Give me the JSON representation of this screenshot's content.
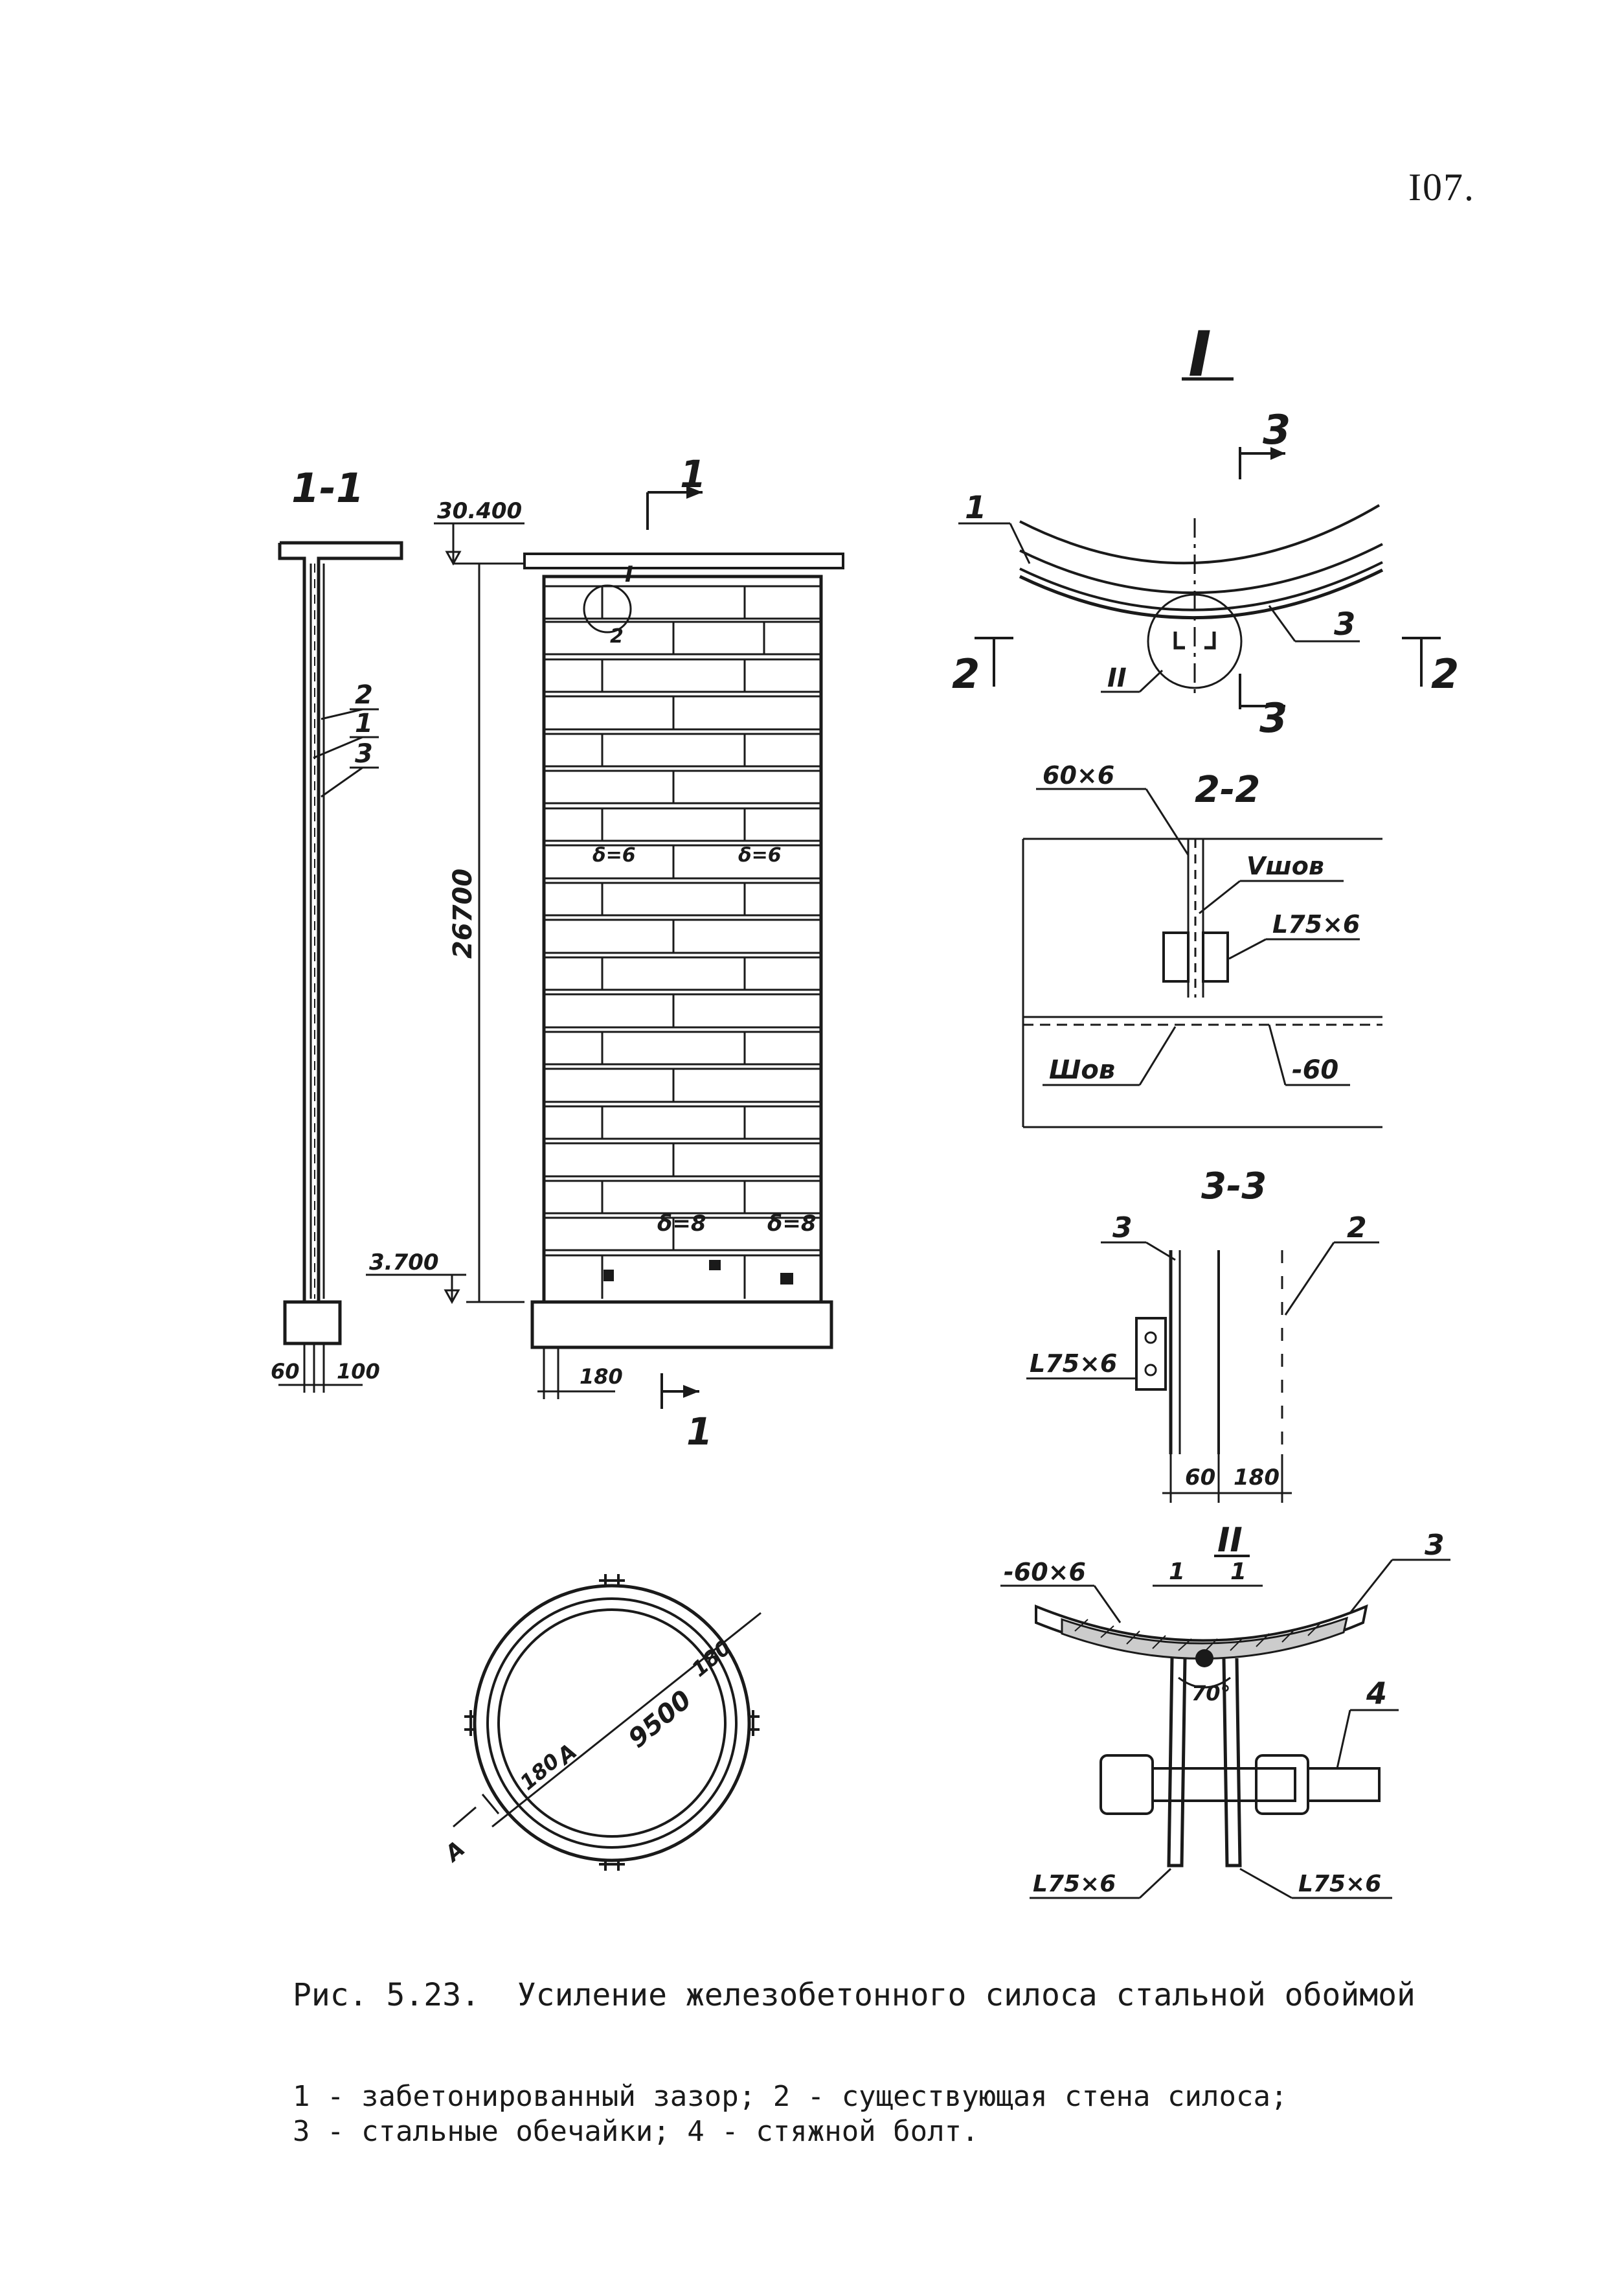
{
  "page_number": "I07.",
  "caption": {
    "title": "Рис. 5.23.  Усиление железобетонного силоса стальной обоймой",
    "legend": [
      "1 - забетонированный зазор; 2 - существующая стена силоса;",
      "3 - стальные обечайки; 4 - стяжной болт."
    ]
  },
  "section_1_1": {
    "title": "1-1",
    "top_elevation": "30.400",
    "bottom_elevation": "3.700",
    "callouts": [
      "2",
      "1",
      "3"
    ],
    "dim_left": "60",
    "dim_right": "100"
  },
  "facade": {
    "cut_mark": "1",
    "height_dim": "26700",
    "node_label": "I",
    "node_sub": "2",
    "plate_top_left": "δ=6",
    "plate_top_right": "δ=6",
    "plate_bottom_left": "δ=8",
    "plate_bottom_right": "δ=8",
    "base_dim": "180"
  },
  "plan": {
    "diameter": "9500",
    "thickness_1": "180",
    "thickness_2": "180",
    "cut_mark": "А"
  },
  "node_I": {
    "title": "I",
    "cut_3": "3",
    "cut_2": "2",
    "callout_1": "1",
    "callout_3": "3",
    "detail_II": "II"
  },
  "section_2_2": {
    "title": "2-2",
    "strip": "60×6",
    "weld_v": "Vшов",
    "angle": "L75×6",
    "weld": "Шов",
    "plate": "-60"
  },
  "section_3_3": {
    "title": "3-3",
    "label_3": "3",
    "label_2": "2",
    "angle": "L75×6",
    "dim_60": "60",
    "dim_180": "180"
  },
  "detail_II": {
    "title": "II",
    "plate": "-60×6",
    "gap_1": "1",
    "gap_2": "1",
    "label_3": "3",
    "angle_deg": "70°",
    "label_4": "4",
    "angle_left": "L75×6",
    "angle_right": "L75×6"
  }
}
